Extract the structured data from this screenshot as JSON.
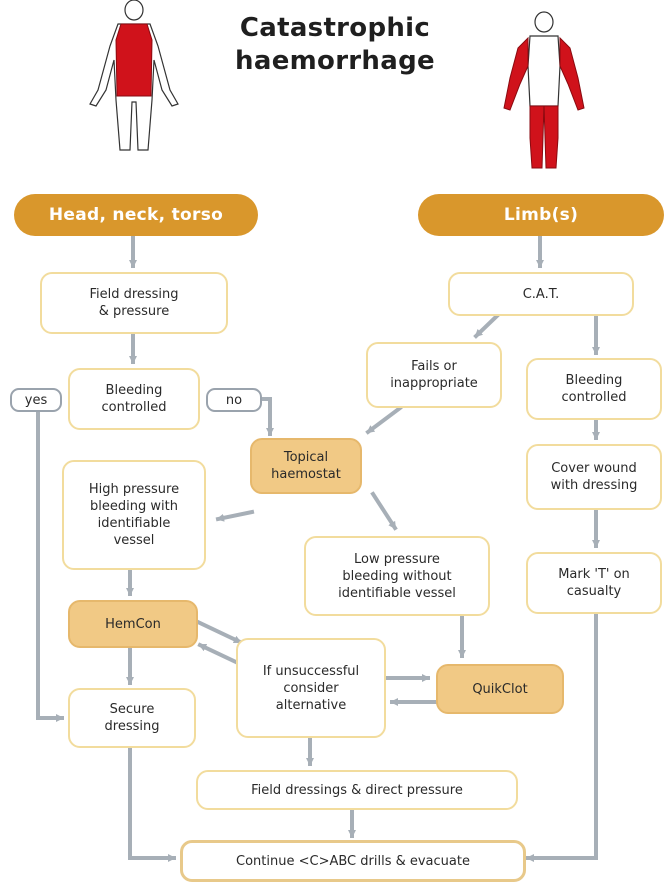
{
  "title": [
    "Catastrophic",
    "haemorrhage"
  ],
  "headers": {
    "left": "Head, neck, torso",
    "right": "Limb(s)"
  },
  "labels": {
    "yes": "yes",
    "no": "no"
  },
  "boxes": {
    "field_dressing": [
      "Field dressing",
      "& pressure"
    ],
    "bleeding_controlled_left": [
      "Bleeding",
      "controlled"
    ],
    "topical_haemostat": [
      "Topical",
      "haemostat"
    ],
    "high_pressure": [
      "High pressure",
      "bleeding with",
      "identifiable",
      "vessel"
    ],
    "hemcon": "HemCon",
    "secure_dressing": [
      "Secure",
      "dressing"
    ],
    "if_unsuccessful": [
      "If unsuccessful",
      "consider",
      "alternative"
    ],
    "low_pressure": [
      "Low pressure",
      "bleeding without",
      "identifiable vessel"
    ],
    "quikclot": "QuikClot",
    "cat": "C.A.T.",
    "fails": [
      "Fails or",
      "inappropriate"
    ],
    "bleeding_controlled_right": [
      "Bleeding",
      "controlled"
    ],
    "cover_wound": [
      "Cover wound",
      "with dressing"
    ],
    "mark_t": [
      "Mark 'T' on",
      "casualty"
    ],
    "field_dressings_direct": "Field dressings & direct pressure",
    "continue": "Continue <C>ABC drills & evacuate"
  },
  "colors": {
    "header": "#d9972c",
    "highlight_fill": "#f1c985",
    "box_border": "#f2dc9d",
    "arrow": "#a7afb7",
    "wound": "#d0121b"
  }
}
